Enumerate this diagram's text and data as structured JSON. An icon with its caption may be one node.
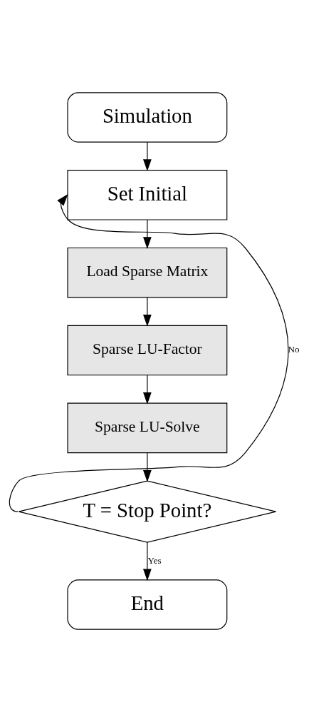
{
  "diagram": {
    "nodes": [
      {
        "text": [
          "Simulation"
        ]
      },
      {
        "text": [
          "Set Initial"
        ]
      },
      {
        "text": [
          "Load Sparse Matrix"
        ]
      },
      {
        "text": [
          "Sparse LU-Factor"
        ]
      },
      {
        "text": [
          "Sparse LU-Solve"
        ]
      },
      {
        "text": [
          "T = Stop Point?"
        ]
      },
      {
        "text": [
          "End"
        ]
      }
    ],
    "edges": [
      {
        "from": 0,
        "to": 1,
        "arrow": "to"
      },
      {
        "from": 1,
        "to": 2,
        "arrow": "to"
      },
      {
        "from": 2,
        "to": 3,
        "arrow": "to"
      },
      {
        "from": 3,
        "to": 4,
        "arrow": "to"
      },
      {
        "from": 4,
        "to": 5,
        "arrow": "to"
      },
      {
        "from": 5,
        "to": 6,
        "arrow": "to",
        "label": "Yes"
      },
      {
        "from": 5,
        "to": 1,
        "arrow": "to",
        "label": "No"
      }
    ]
  }
}
